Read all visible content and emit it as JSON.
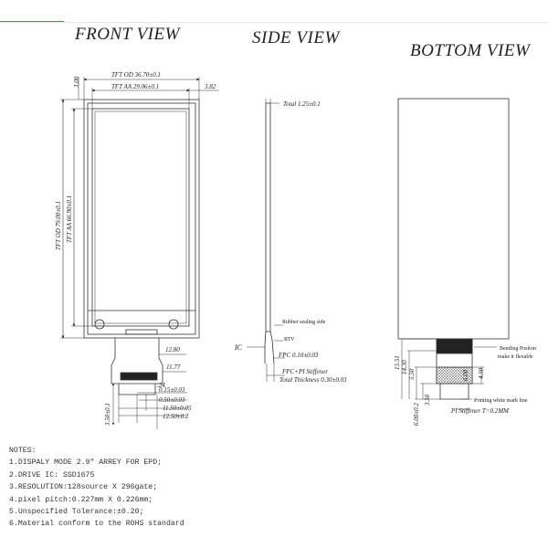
{
  "views": {
    "front_title": "FRONT VIEW",
    "side_title": "SIDE VIEW",
    "bottom_title": "BOTTOM VIEW"
  },
  "front_dims": {
    "top_small": "3.00",
    "od_width": "TFT OD 36.70±0.1",
    "aa_width": "TFT AA 29.06±0.1",
    "aa_offset": "3.82",
    "od_height": "TFT OD 79.00±0.1",
    "aa_height": "TFT AA 66.90±0.1",
    "fpc_12_80": "12.80",
    "fpc_11_77": "11.77",
    "pitch_24": ".24",
    "d_015": "0.15±0.03",
    "d_050": "0.50±0.03",
    "d_1150": "11.50±0.05",
    "d_1250": "12.50±0.2",
    "d_350": "3.50±0.1"
  },
  "side_dims": {
    "total": "Total 1.25±0.1",
    "rubber": "Rubber sealing side",
    "rtv": "RTV",
    "ic": "IC",
    "fpc": "FPC 0.10±0.03",
    "fpc_pi": "FPC+PI Stiffener",
    "total_thickness": "Total Thickness 0.30±0.03"
  },
  "bottom_dims": {
    "d_1551": "15.51",
    "d_1430": "14.30",
    "d_550": "5.50",
    "d_350": "3.50",
    "d_600": "6.00±0.2",
    "d_600b": "6.00",
    "d_450": "4.50",
    "bending": "Bending Positon",
    "bending2": "make it flexable",
    "printing": "Printing white mark line",
    "pi": "PI Stiffener T=0.2MM"
  },
  "notes": {
    "header": "NOTES:",
    "items": [
      "1.DISPALY MODE 2.9\" ARREY FOR EPD;",
      "2.DRIVE IC:  SSD1675",
      "3.RESOLUTION:128source X 296gate;",
      "4.pixel pitch:0.227mm X 0.226mm;",
      "5.Unspecified Tolerance:±0.20;",
      "6.Material conform to the ROHS standard"
    ]
  }
}
